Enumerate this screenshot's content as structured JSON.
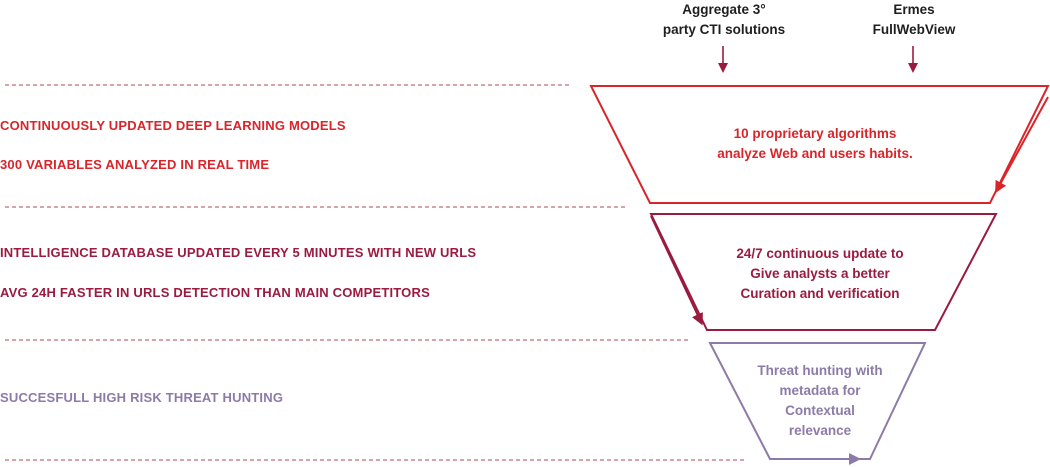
{
  "colors": {
    "red": "#d9252a",
    "maroon": "#9b1b40",
    "lavender": "#8c7ba8",
    "dark_arrow": "#9b1b40",
    "divider": "#b0485a",
    "top_text": "#1f1f1f"
  },
  "sources": [
    {
      "line1": "Aggregate 3°",
      "line2": "party CTI solutions"
    },
    {
      "line1": "Ermes",
      "line2": "FullWebView"
    }
  ],
  "tiers": [
    {
      "left_labels": [
        "CONTINUOUSLY UPDATED DEEP LEARNING MODELS",
        "300 VARIABLES ANALYZED IN REAL TIME"
      ],
      "center_lines": [
        "10 proprietary algorithms",
        "analyze Web and users habits."
      ]
    },
    {
      "left_labels": [
        "INTELLIGENCE DATABASE UPDATED EVERY 5 MINUTES WITH NEW URLS",
        "AVG 24H FASTER IN URLS DETECTION THAN MAIN COMPETITORS"
      ],
      "center_lines": [
        "24/7 continuous update to",
        "Give analysts a better",
        "Curation and verification"
      ]
    },
    {
      "left_labels": [
        "SUCCESFULL HIGH RISK THREAT HUNTING"
      ],
      "center_lines": [
        "Threat hunting with",
        "metadata for",
        "Contextual",
        "relevance"
      ]
    }
  ]
}
